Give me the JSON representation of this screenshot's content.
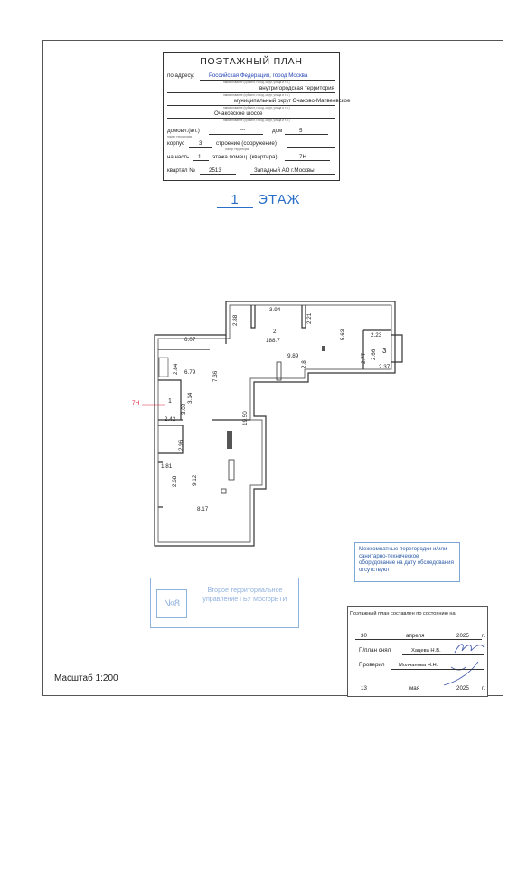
{
  "header": {
    "title": "ПОЭТАЖНЫЙ ПЛАН",
    "address_label": "по адресу:",
    "address_value": "Российская Федерация, город Москва",
    "hint_1": "наименование (субъект, город, округ, улица и т.п.)",
    "line_2": "внутригородская территория",
    "hint_2": "наименование (субъект, город, округ, улица и т.п.)",
    "line_3": "муниципальный округ Очаково-Матвеевское",
    "hint_3": "наименование (субъект, город, округ, улица и т.п.)",
    "line_4": "Очаковское шоссе",
    "hint_4": "наименование (субъект, город, округ, улица и т.п.)",
    "domovl_label": "домовл.(вл.)",
    "domovl_value": "---",
    "dom_label": "дом",
    "dom_value": "5",
    "hint_5": "номер территории",
    "korpus_label": "корпус",
    "korpus_value": "3",
    "stroenie_label": "строение (сооружение)",
    "hint_6": "номер территории",
    "chast_label": "на часть",
    "chast_value": "1",
    "etazh_label": "этажа помещ. (квартира)",
    "etazh_value": "7Н",
    "kvartal_label": "квартал №",
    "kvartal_value": "2513",
    "ao_value": "Западный АО г.Москвы"
  },
  "floor": {
    "number": "1",
    "label": "ЭТАЖ"
  },
  "plan_labels": {
    "d_394": "3.94",
    "d_288": "2.88",
    "d_221": "2.21",
    "room2_no": "2",
    "room2_area": "188.7",
    "d_563": "5.63",
    "d_607": "6.07",
    "d_223": "2.23",
    "d_284": "2.84",
    "d_679": "6.79",
    "d_736": "7.36",
    "d_989": "9.89",
    "d_28": "2.8",
    "d_277": "2.77",
    "d_266": "2.66",
    "room3_no": "3",
    "d_237": "2.37",
    "room1_no": "1",
    "d_314": "3.14",
    "d_302": "3.02",
    "d_242": "2.42",
    "d_1950": "19.50",
    "d_296": "2.96",
    "d_181": "1.81",
    "d_268": "2.68",
    "d_912": "9.12",
    "d_817": "8.17",
    "marker_7n": "7Н"
  },
  "note": "Межкомнатные перегородки и/или санитарно-техническое оборудование на дату обследования отсутствуют",
  "stamp": {
    "no": "№8",
    "text": "Второе территориальное управление ГБУ МосгорБТИ"
  },
  "sign": {
    "line_1": "Поэтажный план составлен по состоянию на",
    "day_1": "30",
    "month_1": "апреля",
    "year_1": "2025",
    "g_1": "г.",
    "made_label": "П/план снял",
    "made_name": "Хацева Н.В.",
    "checked_label": "Проверил",
    "checked_name": "Молчанова Н.Н.",
    "day_2": "13",
    "month_2": "мая",
    "year_2": "2025",
    "g_2": "г."
  },
  "scale": "Масштаб 1:200"
}
